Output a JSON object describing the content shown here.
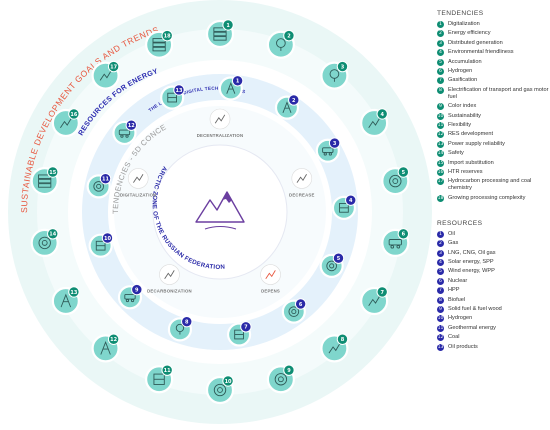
{
  "colors": {
    "tendency": "#0e8d73",
    "resource": "#2a2aa8",
    "sdg_title": "#e8573f",
    "resource_title": "#2c2cb0",
    "concept_title": "#999999",
    "arctic_title": "#2a2aa8",
    "outer_ring": "#eaf7f6",
    "resource_ring": "#e4f1fb",
    "node_fill": "#7fd6cc",
    "node_stroke": "#ffffff"
  },
  "diagram": {
    "sdg_title": "SUSTAINABLE DEVELOPMENT GOALS AND TRENDS",
    "resource_title": "RESOURCES FOR ENERGY SUPPLY",
    "digital_title": "THE LEVEL OF DIGITAL TECHNOLOGIES",
    "concept_title": "TENDENCIES - 5D CONCEPT",
    "arctic_title": "ARCTIC ZONE OF THE RUSSIAN FEDERATION",
    "concept": [
      {
        "label": "DECENTRALIZATION",
        "icon": "decentralization-icon"
      },
      {
        "label": "DECREASE",
        "icon": "decrease-icon"
      },
      {
        "label": "DEPENS",
        "icon": "depens-icon"
      },
      {
        "label": "DECARBONIZATION",
        "icon": "decarbonization-icon"
      },
      {
        "label": "DIGITALIZATION",
        "icon": "digitalization-icon"
      }
    ],
    "tendency_nodes": [
      {
        "num": "1",
        "icon": "server-icon"
      },
      {
        "num": "2",
        "icon": "lightbulb-icon"
      },
      {
        "num": "3",
        "icon": "location-pin-icon"
      },
      {
        "num": "4",
        "icon": "plant-hand-icon"
      },
      {
        "num": "5",
        "icon": "target-ring-icon"
      },
      {
        "num": "6",
        "icon": "electric-bus-icon"
      },
      {
        "num": "7",
        "icon": "gas-flame-icon"
      },
      {
        "num": "8",
        "icon": "fuel-pump-icon"
      },
      {
        "num": "9",
        "icon": "color-wheel-icon"
      },
      {
        "num": "10",
        "icon": "sun-icon"
      },
      {
        "num": "11",
        "icon": "flexibility-chart-icon"
      },
      {
        "num": "12",
        "icon": "wind-turbine-icon"
      },
      {
        "num": "13",
        "icon": "power-tower-icon"
      },
      {
        "num": "14",
        "icon": "globe-orbit-icon"
      },
      {
        "num": "15",
        "icon": "import-substitution-icon"
      },
      {
        "num": "16",
        "icon": "oil-pump-icon"
      },
      {
        "num": "17",
        "icon": "chemistry-plant-icon"
      },
      {
        "num": "18",
        "icon": "complexity-blocks-icon"
      }
    ],
    "resource_nodes": [
      {
        "num": "1",
        "icon": "oil-rig-icon"
      },
      {
        "num": "2",
        "icon": "gas-derrick-icon"
      },
      {
        "num": "3",
        "icon": "gas-tanker-icon"
      },
      {
        "num": "4",
        "icon": "solar-panel-icon"
      },
      {
        "num": "5",
        "icon": "wind-wheel-icon"
      },
      {
        "num": "6",
        "icon": "nuclear-icon"
      },
      {
        "num": "7",
        "icon": "hydro-plant-icon"
      },
      {
        "num": "8",
        "icon": "biofuel-drop-icon"
      },
      {
        "num": "9",
        "icon": "wood-logs-icon"
      },
      {
        "num": "10",
        "icon": "hydrogen-tank-icon"
      },
      {
        "num": "11",
        "icon": "geothermal-icon"
      },
      {
        "num": "12",
        "icon": "coal-cart-icon"
      },
      {
        "num": "13",
        "icon": "oil-barrel-icon"
      }
    ]
  },
  "legend": {
    "tendencies_title": "TENDENCIES",
    "tendencies": [
      {
        "num": "1",
        "label": "Digitalization"
      },
      {
        "num": "2",
        "label": "Energy efficiency"
      },
      {
        "num": "3",
        "label": "Distributed generation"
      },
      {
        "num": "4",
        "label": "Environmental friendliness"
      },
      {
        "num": "5",
        "label": "Accumulation"
      },
      {
        "num": "6",
        "label": "Hydrogen"
      },
      {
        "num": "7",
        "label": "Gasification"
      },
      {
        "num": "8",
        "label": "Electrification of transport and gas motor fuel"
      },
      {
        "num": "9",
        "label": "Color index"
      },
      {
        "num": "10",
        "label": "Sustainability"
      },
      {
        "num": "11",
        "label": "Flexibility"
      },
      {
        "num": "12",
        "label": "RES development"
      },
      {
        "num": "13",
        "label": "Power supply reliability"
      },
      {
        "num": "14",
        "label": "Safety"
      },
      {
        "num": "15",
        "label": "Import substitution"
      },
      {
        "num": "16",
        "label": "HTR reserves"
      },
      {
        "num": "17",
        "label": "Hydrocarbon processing and coal chemistry"
      },
      {
        "num": "18",
        "label": "Growing processing complexity"
      }
    ],
    "resources_title": "RESOURCES",
    "resources": [
      {
        "num": "1",
        "label": "Oil"
      },
      {
        "num": "2",
        "label": "Gas"
      },
      {
        "num": "3",
        "label": "LNG, CNG, Oil gas"
      },
      {
        "num": "4",
        "label": "Solar energy, SPP"
      },
      {
        "num": "5",
        "label": "Wind energy, WPP"
      },
      {
        "num": "6",
        "label": "Nuclear"
      },
      {
        "num": "7",
        "label": "HPP"
      },
      {
        "num": "8",
        "label": "Biofuel"
      },
      {
        "num": "9",
        "label": "Solid fuel & fuel wood"
      },
      {
        "num": "10",
        "label": "Hydrogen"
      },
      {
        "num": "11",
        "label": "Geothermal energy"
      },
      {
        "num": "12",
        "label": "Coal"
      },
      {
        "num": "13",
        "label": "Oil products"
      }
    ]
  }
}
